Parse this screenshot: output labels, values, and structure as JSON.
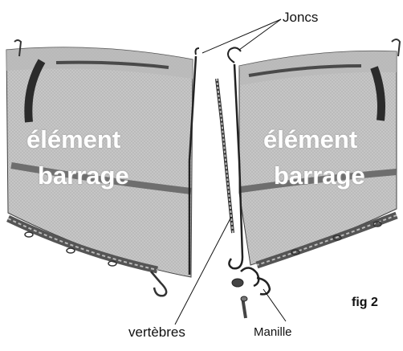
{
  "labels": {
    "joncs": "Joncs",
    "vertebres": "vertèbres",
    "manille": "Manille",
    "figure": "fig 2"
  },
  "left_element": {
    "line1": "élément",
    "line2": "barrage"
  },
  "right_element": {
    "line1": "élément",
    "line2": "barrage"
  },
  "colors": {
    "fabric": "#c9c9c9",
    "fabric_shade": "#b3b3b3",
    "dark_band": "#2b2b2b",
    "mid_band": "#6e6e6e",
    "chain": "#555555",
    "outline": "#222222",
    "text_on_fabric": "#ffffff"
  }
}
